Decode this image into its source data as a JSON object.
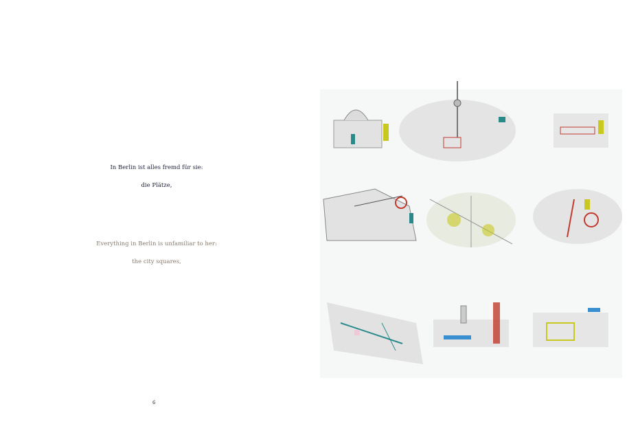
{
  "left_page": {
    "german_lines": [
      "In Berlin ist alles fremd für sie:",
      "die Plätze,"
    ],
    "english_lines": [
      "Everything in Berlin is unfamiliar to her:",
      "the city squares,"
    ],
    "page_number": "6"
  },
  "right_page": {
    "illustrations": [
      "cathedral-sketch",
      "tv-tower-sketch",
      "palace-sketch",
      "station-sketch",
      "park-sketch",
      "street-sketch",
      "river-sketch",
      "town-hall-sketch",
      "gate-sketch"
    ],
    "colors": {
      "gray": "#b8b8b8",
      "red": "#c0392b",
      "teal": "#2a8a8a",
      "yellow": "#c8c820",
      "blue": "#3a8fd0"
    }
  }
}
